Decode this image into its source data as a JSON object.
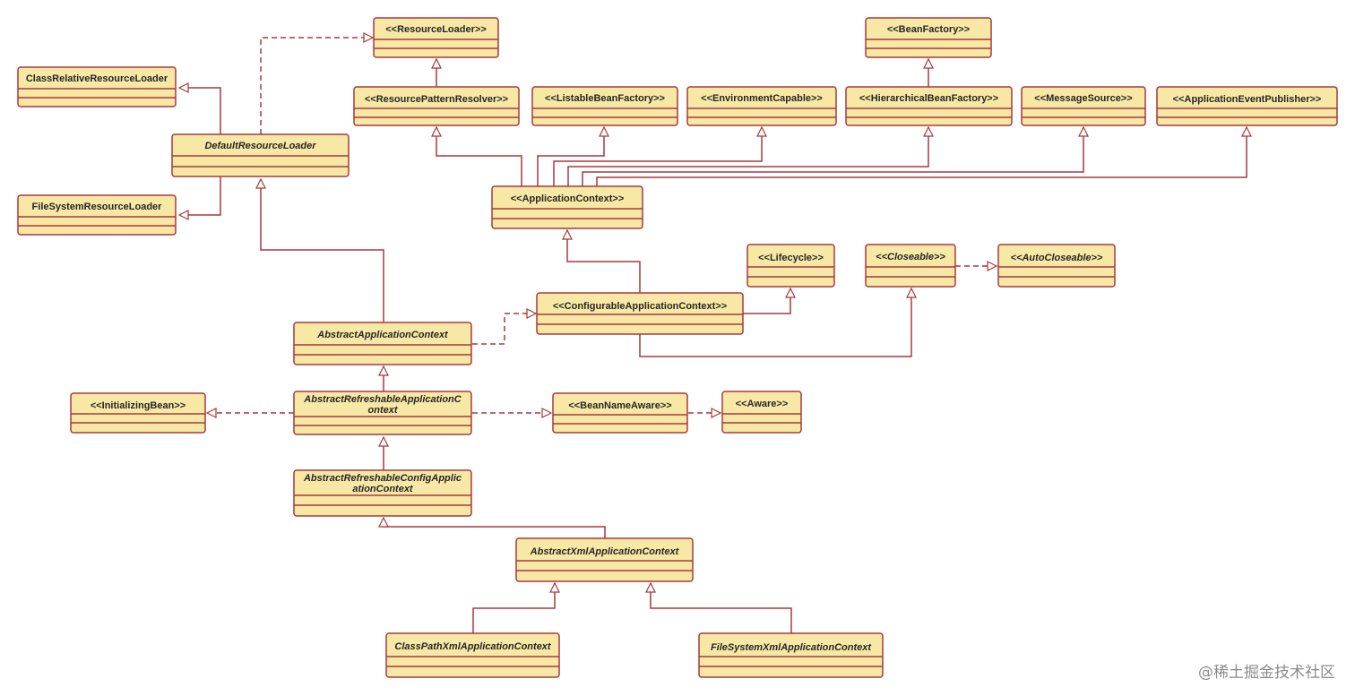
{
  "colors": {
    "box_fill": "#f8e8a6",
    "stroke": "#a8383b",
    "text": "#262626"
  },
  "classes": {
    "resourceLoader": {
      "label": "<<ResourceLoader>>"
    },
    "beanFactory": {
      "label": "<<BeanFactory>>"
    },
    "classRelativeResourceLoader": {
      "label": "ClassRelativeResourceLoader"
    },
    "defaultResourceLoader": {
      "label": "DefaultResourceLoader"
    },
    "fileSystemResourceLoader": {
      "label": "FileSystemResourceLoader"
    },
    "resourcePatternResolver": {
      "label": "<<ResourcePatternResolver>>"
    },
    "listableBeanFactory": {
      "label": "<<ListableBeanFactory>>"
    },
    "environmentCapable": {
      "label": "<<EnvironmentCapable>>"
    },
    "hierarchicalBeanFactory": {
      "label": "<<HierarchicalBeanFactory>>"
    },
    "messageSource": {
      "label": "<<MessageSource>>"
    },
    "applicationEventPublisher": {
      "label": "<<ApplicationEventPublisher>>"
    },
    "applicationContext": {
      "label": "<<ApplicationContext>>"
    },
    "lifecycle": {
      "label": "<<Lifecycle>>"
    },
    "closeable": {
      "label": "<<Closeable>>"
    },
    "autoCloseable": {
      "label": "<<AutoCloseable>>"
    },
    "configurableApplicationContext": {
      "label": "<<ConfigurableApplicationContext>>"
    },
    "abstractApplicationContext": {
      "label": "AbstractApplicationContext"
    },
    "initializingBean": {
      "label": "<<InitializingBean>>"
    },
    "abstractRefreshableApplicationContext": {
      "label1": "AbstractRefreshableApplicationC",
      "label2": "ontext"
    },
    "beanNameAware": {
      "label": "<<BeanNameAware>>"
    },
    "aware": {
      "label": "<<Aware>>"
    },
    "abstractRefreshableConfigApplicationContext": {
      "label1": "AbstractRefreshableConfigApplic",
      "label2": "ationContext"
    },
    "abstractXmlApplicationContext": {
      "label": "AbstractXmlApplicationContext"
    },
    "classPathXmlApplicationContext": {
      "label": "ClassPathXmlApplicationContext"
    },
    "fileSystemXmlApplicationContext": {
      "label": "FileSystemXmlApplicationContext"
    }
  },
  "watermark": "@稀土掘金技术社区"
}
